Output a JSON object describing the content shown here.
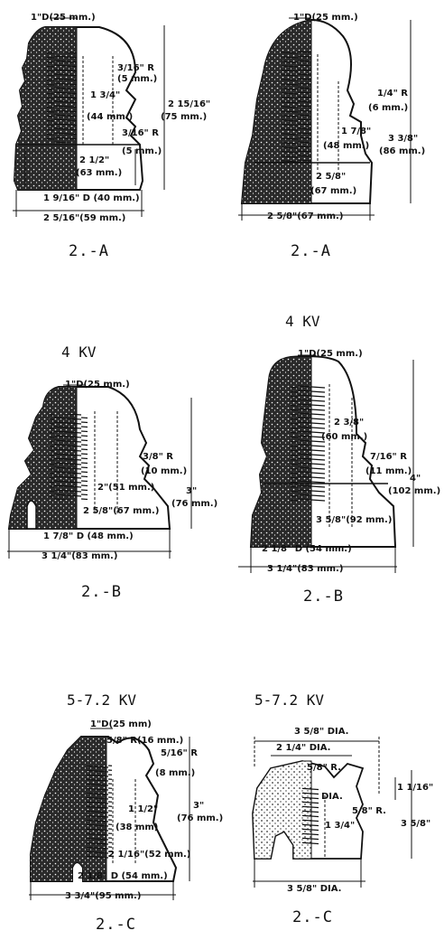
{
  "colors": {
    "ink": "#111111",
    "paper": "#ffffff",
    "stipple": "#222222"
  },
  "panels": {
    "a1": {
      "caption": "2.-A",
      "labels": {
        "top_d": "1\"D(25 mm.)",
        "r1": "3/16\" R",
        "r1_mm": "(5 mm.)",
        "h1": "1 3/4\"",
        "h1_mm": "(44 mm.)",
        "h_total": "2 15/16\"",
        "h_total_mm": "(75 mm.)",
        "r2": "3/16\" R",
        "r2_mm": "(5 mm.)",
        "h2": "2 1/2\"",
        "h2_mm": "(63 mm.)",
        "bd": "1 9/16\" D (40 mm.)",
        "w": "2 5/16\"(59 mm.)"
      }
    },
    "a2": {
      "caption": "2.-A",
      "labels": {
        "top_d": "1\"D(25 mm.)",
        "r1": "1/4\" R",
        "r1_mm": "(6 mm.)",
        "h1": "1 7/8\"",
        "h1_mm": "(48 mm.)",
        "h_total": "3 3/8\"",
        "h_total_mm": "(86 mm.)",
        "h2": "2 5/8\"",
        "h2_mm": "(67 mm.)",
        "w": "2 5/8\"(67 mm.)"
      }
    },
    "b1": {
      "caption": "2.-B",
      "labels": {
        "top_d": "1\"D(25 mm.)",
        "r1": "3/8\" R",
        "r1_mm": "(10 mm.)",
        "h1": "2\"(51 mm.)",
        "h2": "2 5/8\"(67 mm.)",
        "h_total": "3\"",
        "h_total_mm": "(76 mm.)",
        "bd": "1 7/8\" D (48 mm.)",
        "w": "3 1/4\"(83 mm.)"
      }
    },
    "b2": {
      "caption": "2.-B",
      "labels": {
        "top_d": "1\"D(25 mm.)",
        "h1": "2 3/8\"",
        "h1_mm": "(60 mm.)",
        "r1": "7/16\" R",
        "r1_mm": "(11 mm.)",
        "h_total": "4\"",
        "h_total_mm": "(102 mm.)",
        "h2": "3 5/8\"(92 mm.)",
        "bd": "2 1/8\" D (54 mm.)",
        "w": "3 1/4\"(83 mm.)"
      }
    },
    "c1": {
      "caption": "2.-C",
      "labels": {
        "top_d": "1\"D(25 mm)",
        "r_top": "5/8\" R(16 mm.)",
        "r1": "5/16\" R",
        "r1_mm": "(8 mm.)",
        "h1": "1 1/2\"",
        "h1_mm": "(38 mm)",
        "h_total": "3\"",
        "h_total_mm": "(76 mm.)",
        "h2": "2 1/16\"(52 mm.)",
        "bd": "2 1/8\" D (54 mm.)",
        "w": "3 3/4\"(95 mm.)"
      }
    },
    "c2": {
      "caption": "2.-C",
      "labels": {
        "top_dia": "3 5/8\" DIA.",
        "mid_dia": "2 1/4\" DIA.",
        "r_a": "5/8\" R.",
        "r_b": "5/8\" R.",
        "dia": "DIA.",
        "h_a": "1 1/16\"",
        "h_b": "1 3/4\"",
        "h_total": "3 5/8\"",
        "base_dia": "3 5/8\" DIA."
      }
    }
  },
  "voltage": {
    "row1_left": "4 KV",
    "row1_right": "4 KV",
    "row2_left": "5-7.2 KV",
    "row2_right": "5-7.2 KV"
  }
}
